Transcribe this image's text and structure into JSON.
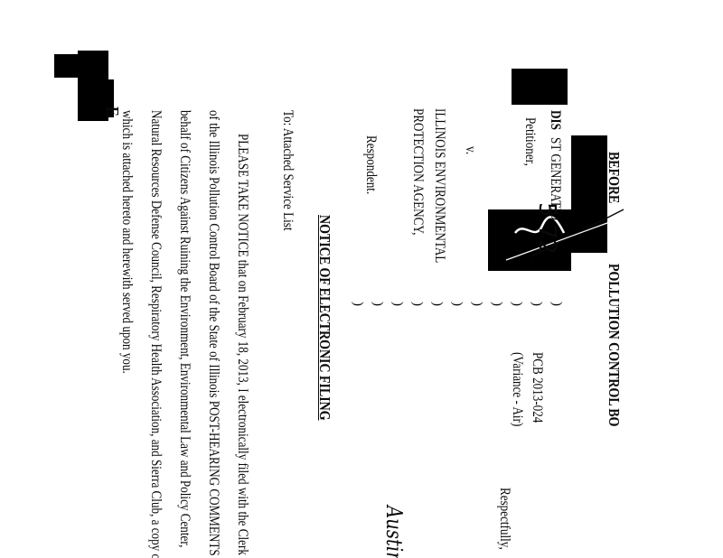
{
  "caption": {
    "heading_left": "BEFORE",
    "heading_right": "POLLUTION CONTROL BO",
    "petitioner_line_1": "DIS",
    "petitioner_line_2": "ST GENERATIO",
    "petitioner_role": "oner,",
    "petitioner_role_prefix": "Petitioner,",
    "versus": "v.",
    "respondent_line_1": "ILLINOIS ENVIRONMENTAL",
    "respondent_line_2": "PROTECTION AGENCY,",
    "respondent_role": "Respondent.",
    "case_number": "PCB 2013-024",
    "case_type": "(Variance - Air)"
  },
  "notice": {
    "title": "NOTICE OF ELECTRONIC FILING",
    "to": "To: Attached Service List",
    "para_line_1": "PLEASE TAKE NOTICE that on February 18, 2013, I electronically filed with the Clerk",
    "para_line_2": "of the Illinois Pollution Control Board of the State of Illinois POST-HEARING COMMENTS on",
    "para_line_3": "behalf of Citizens Against Ruining the Environment, Environmental Law and Policy Center,",
    "para_line_4": "Natural Resources Defense Council, Respiratory Health Association, and Sierra Club, a copy of",
    "para_line_5": "which is attached hereto and herewith served upon you."
  },
  "signature": {
    "closing": "Respectfully,",
    "handwriting": "Austin"
  },
  "stamp": {
    "handwritten_mark": "5 72"
  },
  "margin_mark": {
    "text": "E"
  }
}
